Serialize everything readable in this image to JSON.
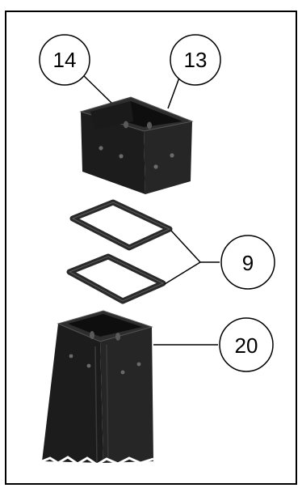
{
  "callouts": {
    "c14": "14",
    "c13": "13",
    "c9": "9",
    "c20": "20"
  },
  "parts": [
    "sleeve-top",
    "gasket-upper",
    "gasket-lower",
    "post-bottom"
  ],
  "colors": {
    "part_dark": "#1c1c1c",
    "part_mid": "#2c2c2c",
    "frame": "#000000",
    "background": "#ffffff"
  }
}
